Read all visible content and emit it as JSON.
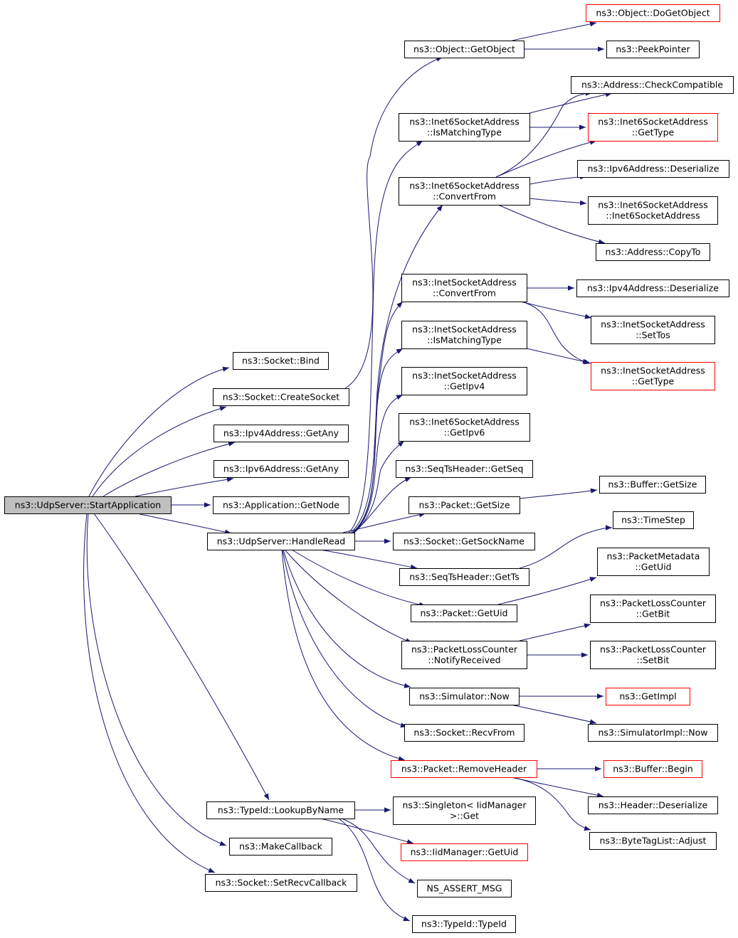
{
  "colors": {
    "edge": "#191970",
    "border": "#000000",
    "red_border": "#ff0000",
    "root_fill": "#bfbfbf",
    "fill": "#ffffff"
  },
  "nodes": [
    {
      "id": "root",
      "lines": [
        "ns3::UdpServer::StartApplication"
      ],
      "style": "root"
    },
    {
      "id": "bind",
      "lines": [
        "ns3::Socket::Bind"
      ],
      "style": "normal"
    },
    {
      "id": "create_socket",
      "lines": [
        "ns3::Socket::CreateSocket"
      ],
      "style": "normal"
    },
    {
      "id": "ipv4_getany",
      "lines": [
        "ns3::Ipv4Address::GetAny"
      ],
      "style": "normal"
    },
    {
      "id": "ipv6_getany",
      "lines": [
        "ns3::Ipv6Address::GetAny"
      ],
      "style": "normal"
    },
    {
      "id": "app_getnode",
      "lines": [
        "ns3::Application::GetNode"
      ],
      "style": "normal"
    },
    {
      "id": "handle_read",
      "lines": [
        "ns3::UdpServer::HandleRead"
      ],
      "style": "normal"
    },
    {
      "id": "lookup_by_name",
      "lines": [
        "ns3::TypeId::LookupByName"
      ],
      "style": "normal"
    },
    {
      "id": "make_callback",
      "lines": [
        "ns3::MakeCallback"
      ],
      "style": "normal"
    },
    {
      "id": "set_recv_callback",
      "lines": [
        "ns3::Socket::SetRecvCallback"
      ],
      "style": "normal"
    },
    {
      "id": "object_getobject",
      "lines": [
        "ns3::Object::GetObject"
      ],
      "style": "normal"
    },
    {
      "id": "inet6_ismatching",
      "lines": [
        "ns3::Inet6SocketAddress",
        "::IsMatchingType"
      ],
      "style": "normal"
    },
    {
      "id": "inet6_convertfrom",
      "lines": [
        "ns3::Inet6SocketAddress",
        "::ConvertFrom"
      ],
      "style": "normal"
    },
    {
      "id": "inet_convertfrom",
      "lines": [
        "ns3::InetSocketAddress",
        "::ConvertFrom"
      ],
      "style": "normal"
    },
    {
      "id": "inet_ismatching",
      "lines": [
        "ns3::InetSocketAddress",
        "::IsMatchingType"
      ],
      "style": "normal"
    },
    {
      "id": "inet_getipv4",
      "lines": [
        "ns3::InetSocketAddress",
        "::GetIpv4"
      ],
      "style": "normal"
    },
    {
      "id": "inet6_getipv6",
      "lines": [
        "ns3::Inet6SocketAddress",
        "::GetIpv6"
      ],
      "style": "normal"
    },
    {
      "id": "seq_getseq",
      "lines": [
        "ns3::SeqTsHeader::GetSeq"
      ],
      "style": "normal"
    },
    {
      "id": "packet_getsize",
      "lines": [
        "ns3::Packet::GetSize"
      ],
      "style": "normal"
    },
    {
      "id": "socket_getsockname",
      "lines": [
        "ns3::Socket::GetSockName"
      ],
      "style": "normal"
    },
    {
      "id": "seq_getts",
      "lines": [
        "ns3::SeqTsHeader::GetTs"
      ],
      "style": "normal"
    },
    {
      "id": "packet_getuid",
      "lines": [
        "ns3::Packet::GetUid"
      ],
      "style": "normal"
    },
    {
      "id": "plc_notify",
      "lines": [
        "ns3::PacketLossCounter",
        "::NotifyReceived"
      ],
      "style": "normal"
    },
    {
      "id": "simulator_now",
      "lines": [
        "ns3::Simulator::Now"
      ],
      "style": "normal"
    },
    {
      "id": "socket_recvfrom",
      "lines": [
        "ns3::Socket::RecvFrom"
      ],
      "style": "normal"
    },
    {
      "id": "packet_removeheader",
      "lines": [
        "ns3::Packet::RemoveHeader"
      ],
      "style": "red"
    },
    {
      "id": "singleton_get",
      "lines": [
        "ns3::Singleton< IidManager",
        " >::Get"
      ],
      "style": "normal"
    },
    {
      "id": "iidmanager_getuid",
      "lines": [
        "ns3::IidManager::GetUid"
      ],
      "style": "red"
    },
    {
      "id": "ns_assert_msg",
      "lines": [
        "NS_ASSERT_MSG"
      ],
      "style": "normal"
    },
    {
      "id": "typeid_typeid",
      "lines": [
        "ns3::TypeId::TypeId"
      ],
      "style": "normal"
    },
    {
      "id": "object_dogetobject",
      "lines": [
        "ns3::Object::DoGetObject"
      ],
      "style": "red"
    },
    {
      "id": "peekpointer",
      "lines": [
        "ns3::PeekPointer"
      ],
      "style": "normal"
    },
    {
      "id": "address_checkcompat",
      "lines": [
        "ns3::Address::CheckCompatible"
      ],
      "style": "normal"
    },
    {
      "id": "inet6_gettype",
      "lines": [
        "ns3::Inet6SocketAddress",
        "::GetType"
      ],
      "style": "red"
    },
    {
      "id": "ipv6_deserialize",
      "lines": [
        "ns3::Ipv6Address::Deserialize"
      ],
      "style": "normal"
    },
    {
      "id": "inet6_ctor",
      "lines": [
        "ns3::Inet6SocketAddress",
        "::Inet6SocketAddress"
      ],
      "style": "normal"
    },
    {
      "id": "address_copyto",
      "lines": [
        "ns3::Address::CopyTo"
      ],
      "style": "normal"
    },
    {
      "id": "ipv4_deserialize",
      "lines": [
        "ns3::Ipv4Address::Deserialize"
      ],
      "style": "normal"
    },
    {
      "id": "inet_settos",
      "lines": [
        "ns3::InetSocketAddress",
        "::SetTos"
      ],
      "style": "normal"
    },
    {
      "id": "inet_gettype",
      "lines": [
        "ns3::InetSocketAddress",
        "::GetType"
      ],
      "style": "red"
    },
    {
      "id": "buffer_getsize",
      "lines": [
        "ns3::Buffer::GetSize"
      ],
      "style": "normal"
    },
    {
      "id": "timestep",
      "lines": [
        "ns3::TimeStep"
      ],
      "style": "normal"
    },
    {
      "id": "pktmeta_getuid",
      "lines": [
        "ns3::PacketMetadata",
        "::GetUid"
      ],
      "style": "normal"
    },
    {
      "id": "plc_getbit",
      "lines": [
        "ns3::PacketLossCounter",
        "::GetBit"
      ],
      "style": "normal"
    },
    {
      "id": "plc_setbit",
      "lines": [
        "ns3::PacketLossCounter",
        "::SetBit"
      ],
      "style": "normal"
    },
    {
      "id": "getimpl",
      "lines": [
        "ns3::GetImpl"
      ],
      "style": "red"
    },
    {
      "id": "simimpl_now",
      "lines": [
        "ns3::SimulatorImpl::Now"
      ],
      "style": "normal"
    },
    {
      "id": "buffer_begin",
      "lines": [
        "ns3::Buffer::Begin"
      ],
      "style": "red"
    },
    {
      "id": "header_deserialize",
      "lines": [
        "ns3::Header::Deserialize"
      ],
      "style": "normal"
    },
    {
      "id": "bytetaglist_adjust",
      "lines": [
        "ns3::ByteTagList::Adjust"
      ],
      "style": "normal"
    }
  ]
}
